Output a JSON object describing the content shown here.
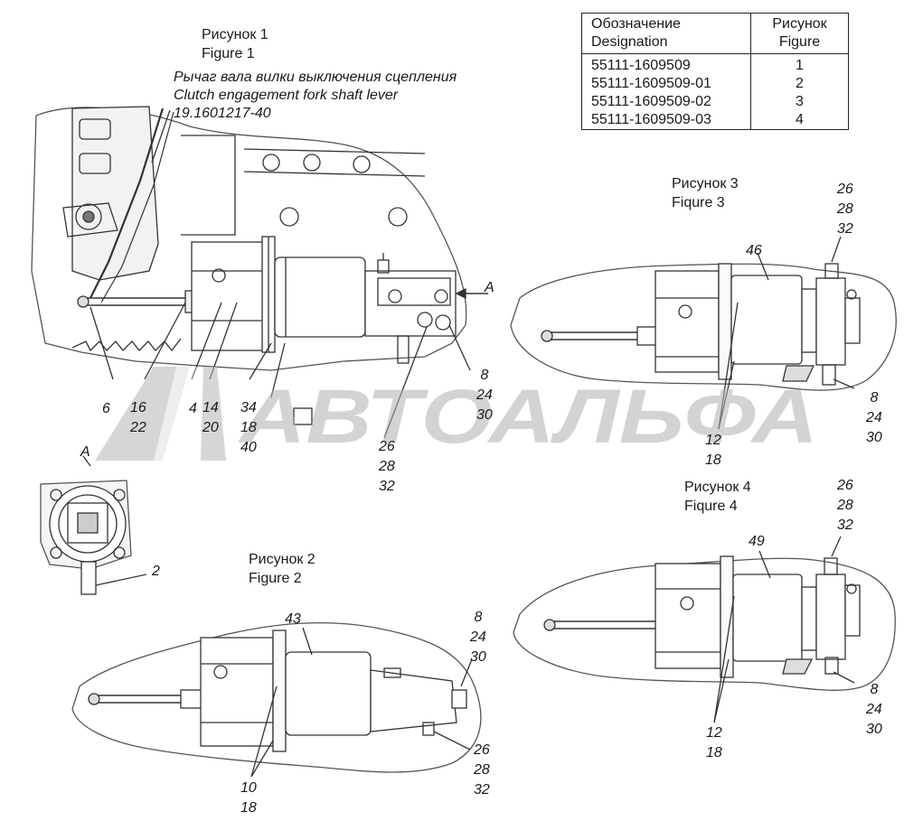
{
  "table": {
    "header": {
      "col1_ru": "Обозначение",
      "col1_en": "Designation",
      "col2_ru": "Рисунок",
      "col2_en": "Figure"
    },
    "rows": [
      {
        "designation": "55111-1609509",
        "figure": "1"
      },
      {
        "designation": "55111-1609509-01",
        "figure": "2"
      },
      {
        "designation": "55111-1609509-02",
        "figure": "3"
      },
      {
        "designation": "55111-1609509-03",
        "figure": "4"
      }
    ]
  },
  "figures": {
    "fig1": {
      "ru": "Рисунок 1",
      "en": "Figure 1"
    },
    "fig2": {
      "ru": "Рисунок 2",
      "en": "Figure 2"
    },
    "fig3": {
      "ru": "Рисунок 3",
      "en": "Fiqure 3"
    },
    "fig4": {
      "ru": "Рисунок 4",
      "en": "Fiqure 4"
    }
  },
  "lever_note": {
    "ru": "Рычаг вала вилки выключения сцепления",
    "en": "Clutch engagement fork shaft lever",
    "part": "19.1601217-40"
  },
  "view_label": "A",
  "callouts": {
    "f1_6": "6",
    "f1_16": "16",
    "f1_22": "22",
    "f1_4": "4",
    "f1_14": "14",
    "f1_20": "20",
    "f1_34": "34",
    "f1_18": "18",
    "f1_40": "40",
    "f1_26": "26",
    "f1_28": "28",
    "f1_32": "32",
    "f1_8": "8",
    "f1_24": "24",
    "f1_30": "30",
    "va_2": "2",
    "f3_46": "46",
    "f3_26": "26",
    "f3_28": "28",
    "f3_32": "32",
    "f3_8": "8",
    "f3_24": "24",
    "f3_30": "30",
    "f3_12": "12",
    "f3_18": "18",
    "f4_49": "49",
    "f4_26": "26",
    "f4_28": "28",
    "f4_32": "32",
    "f4_8": "8",
    "f4_24": "24",
    "f4_30": "30",
    "f4_12": "12",
    "f4_18": "18",
    "f2_43": "43",
    "f2_8": "8",
    "f2_24": "24",
    "f2_30": "30",
    "f2_26": "26",
    "f2_28": "28",
    "f2_32": "32",
    "f2_10": "10",
    "f2_18": "18"
  },
  "watermark": {
    "text": "АВТОАЛЬФА"
  }
}
